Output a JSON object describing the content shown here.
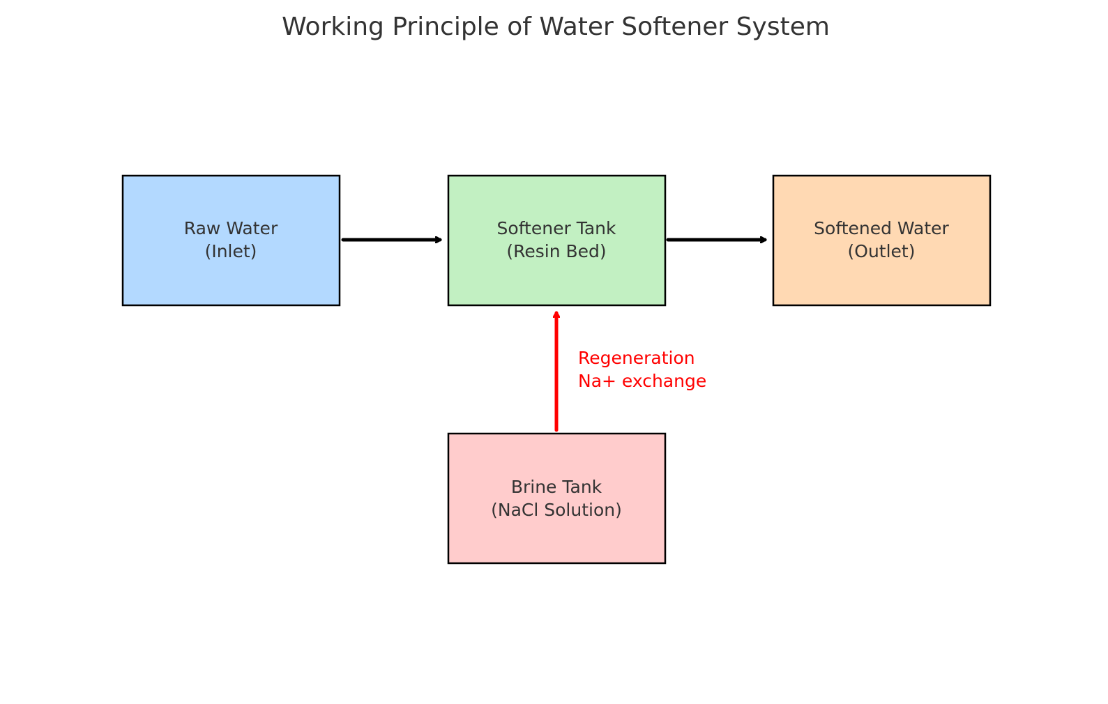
{
  "title": "Working Principle of Water Softener System",
  "nodes": [
    {
      "id": "raw",
      "line1": "Raw Water",
      "line2": "(Inlet)",
      "fill": "#b3d9ff"
    },
    {
      "id": "softener",
      "line1": "Softener Tank",
      "line2": "(Resin Bed)",
      "fill": "#c2f0c2"
    },
    {
      "id": "softened",
      "line1": "Softened Water",
      "line2": "(Outlet)",
      "fill": "#ffd9b3"
    },
    {
      "id": "brine",
      "line1": "Brine Tank",
      "line2": "(NaCl Solution)",
      "fill": "#ffcccc"
    }
  ],
  "edges": [
    {
      "from": "raw",
      "to": "softener",
      "color": "#000000"
    },
    {
      "from": "softener",
      "to": "softened",
      "color": "#000000"
    },
    {
      "from": "brine",
      "to": "softener",
      "color": "#ff0000",
      "label_line1": "Regeneration",
      "label_line2": "Na+ exchange"
    }
  ]
}
